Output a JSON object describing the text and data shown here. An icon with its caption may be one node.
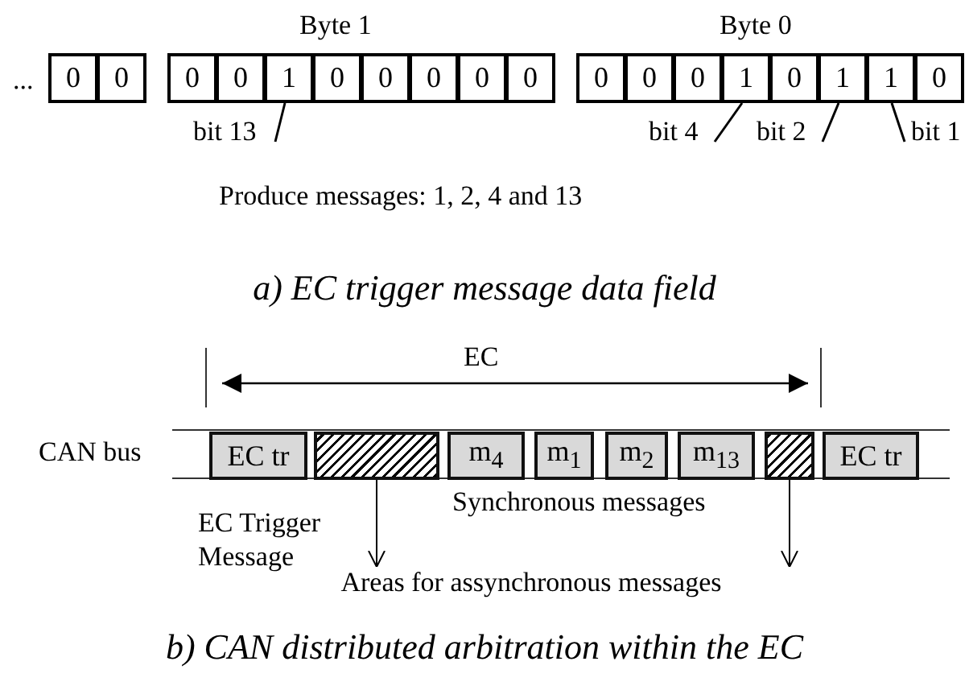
{
  "diagram": {
    "nodes": [
      {
        "text": [
          "0"
        ]
      },
      {
        "text": [
          "0"
        ]
      },
      {
        "text": [
          "0"
        ]
      },
      {
        "text": [
          "0"
        ]
      },
      {
        "text": [
          "1"
        ]
      },
      {
        "text": [
          "0"
        ]
      },
      {
        "text": [
          "0"
        ]
      },
      {
        "text": [
          "0"
        ]
      },
      {
        "text": [
          "0"
        ]
      },
      {
        "text": [
          "0"
        ]
      },
      {
        "text": [
          "0"
        ]
      },
      {
        "text": [
          "0"
        ]
      },
      {
        "text": [
          "0"
        ]
      },
      {
        "text": [
          "1"
        ]
      },
      {
        "text": [
          "0"
        ]
      },
      {
        "text": [
          "1"
        ]
      },
      {
        "text": [
          "1"
        ]
      },
      {
        "text": [
          "0"
        ]
      },
      {
        "text": [
          "bit 13"
        ]
      },
      {
        "text": [
          "bit 4"
        ]
      },
      {
        "text": [
          "bit 2"
        ]
      },
      {
        "text": [
          "bit 1"
        ]
      },
      {
        "text": [
          "EC tr"
        ],
        "beside": [
          "EC Trigger Message"
        ]
      },
      {
        "text": [],
        "shape": "box"
      },
      {
        "text": [
          "m$_{4}$"
        ]
      },
      {
        "text": [
          "m$_{1}$"
        ]
      },
      {
        "text": [
          "m$_{2}$"
        ]
      },
      {
        "text": [
          "m$_{13}$"
        ]
      },
      {
        "text": [],
        "shape": "box"
      },
      {
        "text": [
          "EC tr"
        ]
      },
      {
        "text": [
          "Areas for assynchronous messages"
        ]
      }
    ],
    "edges": [
      {
        "from": 18,
        "to": 4,
        "arrow": "none"
      },
      {
        "from": 19,
        "to": 13,
        "arrow": "none"
      },
      {
        "from": 20,
        "to": 15,
        "arrow": "none"
      },
      {
        "from": 21,
        "to": 16,
        "arrow": "none"
      },
      {
        "from": 23,
        "to": 30,
        "arrow": "to"
      },
      {
        "from": 28,
        "to": 30,
        "arrow": "to"
      }
    ],
    "labels": [
      "...",
      "Byte 1",
      "Byte 0",
      "Produce messages: 1, 2, 4 and 13",
      "a) EC trigger message data field",
      "EC",
      "CAN bus",
      "Synchronous messages",
      "b) CAN distributed arbitration within the EC"
    ]
  }
}
